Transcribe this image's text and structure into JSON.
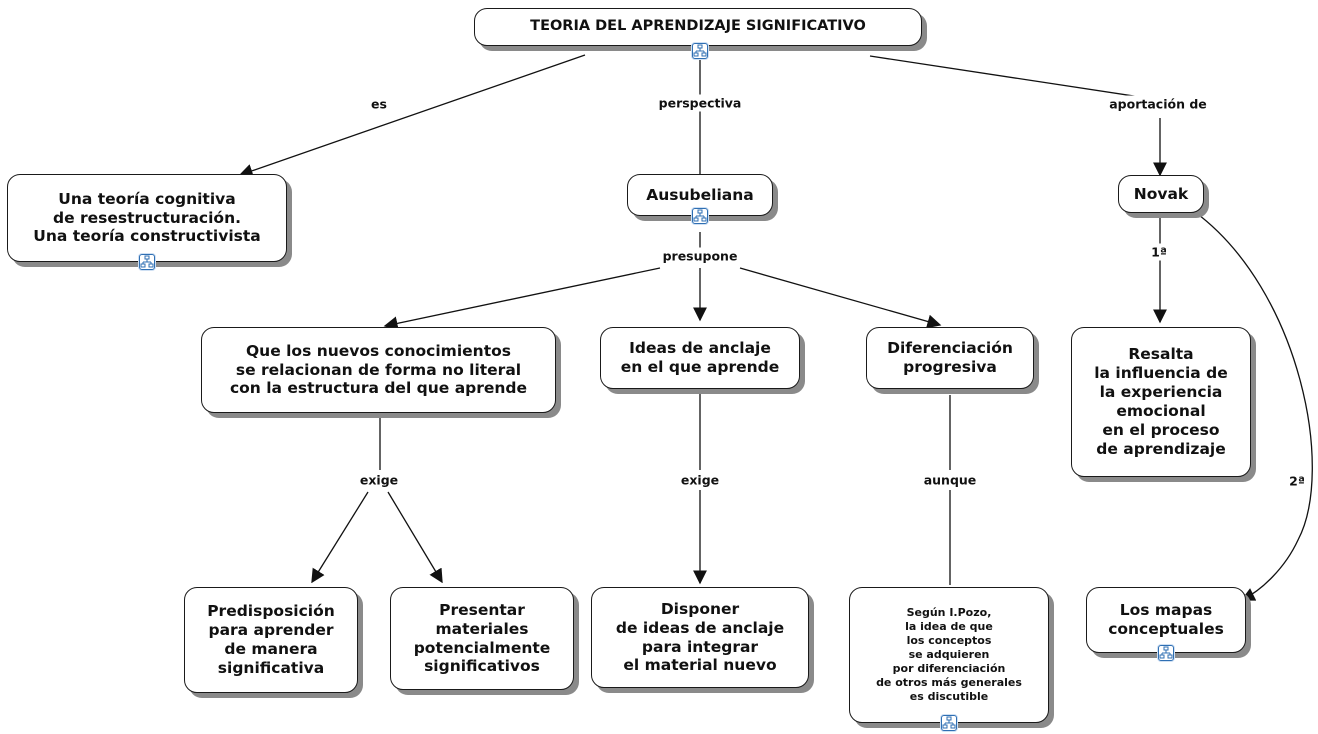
{
  "colors": {
    "line": "#111111",
    "node_border": "#1a1a1a",
    "shadow": "#8a8a8a",
    "icon": "#2f6fb3"
  },
  "icons": {
    "submap": "submap-icon"
  },
  "nodes": {
    "title": "TEORIA DEL APRENDIZAJE SIGNIFICATIVO",
    "cognitiva": "Una teoría cognitiva\nde resestructuración.\nUna teoría constructivista",
    "ausubeliana": "Ausubeliana",
    "novak": "Novak",
    "nuevos": "Que los nuevos conocimientos\nse relacionan de forma no literal\ncon la estructura del que aprende",
    "ideas": "Ideas de anclaje\nen el que aprende",
    "diferenciacion": "Diferenciación\nprogresiva",
    "resalta": "Resalta\nla influencia de\nla  experiencia\nemocional\nen el proceso\nde aprendizaje",
    "predisposicion": "Predisposición\npara aprender\nde manera\nsignificativa",
    "presentar": "Presentar\nmateriales\npotencialmente\nsignificativos",
    "disponer": "Disponer\nde ideas de anclaje\npara integrar\nel material nuevo",
    "pozo": "Según I.Pozo,\nla idea de que\nlos conceptos\nse adquieren\npor diferenciación\nde otros más generales\nes discutible",
    "mapas": "Los mapas\nconceptuales"
  },
  "links": {
    "es": "es",
    "perspectiva": "perspectiva",
    "aportacion": "aportación  de",
    "presupone": "presupone",
    "primera": "1ª",
    "segunda": "2ª",
    "exige1": "exige",
    "exige2": "exige",
    "aunque": "aunque"
  }
}
